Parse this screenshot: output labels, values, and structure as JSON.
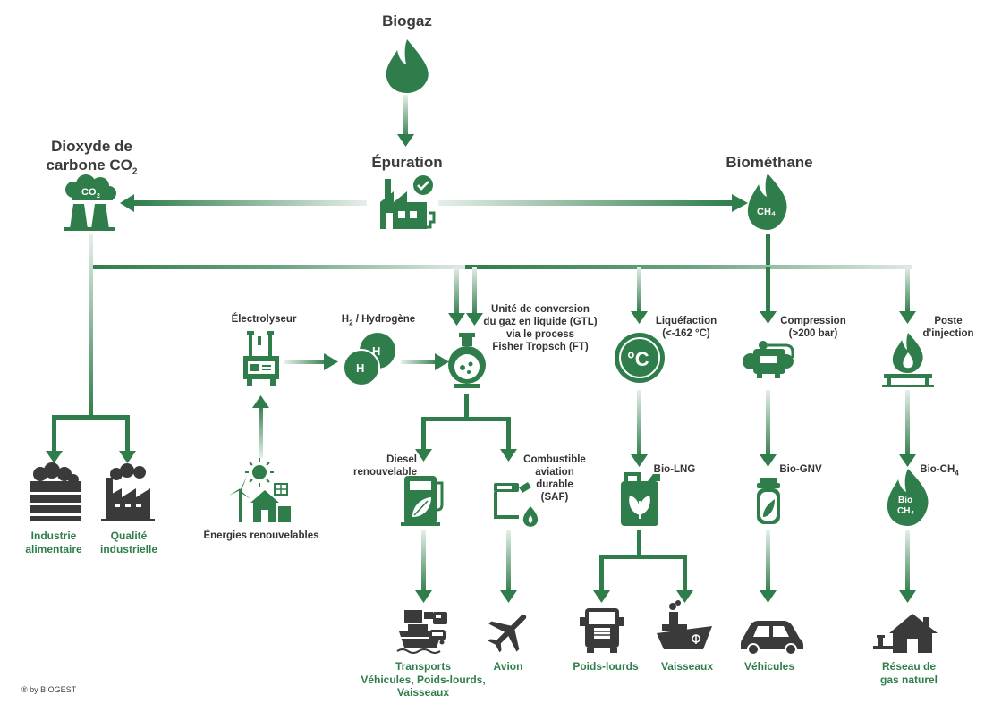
{
  "nodes": {
    "biogaz": "Biogaz",
    "epuration": "Épuration",
    "co2_title": "Dioxyde de",
    "co2_title2": "carbone CO",
    "co2_sub": "2",
    "co2_icon_text": "CO",
    "co2_icon_sub": "2",
    "biomethane": "Biométhane",
    "ch4_icon_text": "CH₄",
    "electrolyseur": "Électrolyseur",
    "h2_label": "H",
    "h2_sub": "2",
    "h2_label_rest": " / Hydrogène",
    "h_letter": "H",
    "gtl_line1": "Unité de conversion",
    "gtl_line2": "du gaz en liquide (GTL)",
    "gtl_line3": "via le process",
    "gtl_line4": "Fisher Tropsch (FT)",
    "liquefaction_line1": "Liquéfaction",
    "liquefaction_line2": "(<-162 °C)",
    "thermo_icon_text": "°C",
    "compression_line1": "Compression",
    "compression_line2": "(>200 bar)",
    "poste_line1": "Poste",
    "poste_line2": "d'injection",
    "diesel_line1": "Diesel",
    "diesel_line2": "renouvelable",
    "saf_line1": "Combustible",
    "saf_line2": "aviation",
    "saf_line3": "durable",
    "saf_line4": "(SAF)",
    "bio_lng": "Bio-LNG",
    "bio_gnv": "Bio-GNV",
    "bio_ch4": "Bio-CH",
    "bio_ch4_sub": "4",
    "bio_icon_line1": "Bio",
    "bio_icon_line2": "CH₄",
    "energies": "Énergies renouvelables"
  },
  "outputs": {
    "industrie_line1": "Industrie",
    "industrie_line2": "alimentaire",
    "qualite_line1": "Qualité",
    "qualite_line2": "industrielle",
    "transports_line1": "Transports",
    "transports_line2": "Véhicules, Poids-lourds,",
    "transports_line3": "Vaisseaux",
    "avion": "Avion",
    "poids_lourds": "Poids-lourds",
    "vaisseaux": "Vaisseaux",
    "vehicules": "Véhicules",
    "reseau_line1": "Réseau de",
    "reseau_line2": "gas naturel"
  },
  "footer": {
    "credit": "® by BIOGEST"
  },
  "colors": {
    "green": "#2e7d4a",
    "dark": "#3a3a3a",
    "fade": "#e6efe9"
  }
}
